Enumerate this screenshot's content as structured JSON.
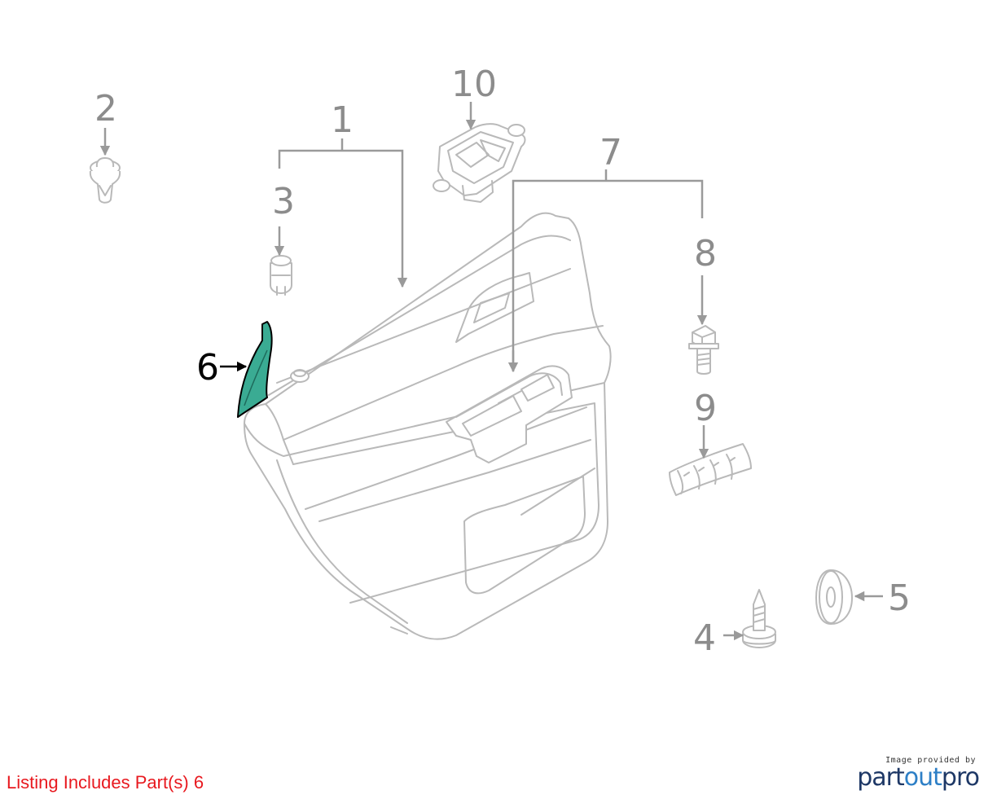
{
  "diagram": {
    "callouts": {
      "c1": "1",
      "c2": "2",
      "c3": "3",
      "c4": "4",
      "c5": "5",
      "c6": "6",
      "c7": "7",
      "c8": "8",
      "c9": "9",
      "c10": "10"
    },
    "highlighted_part": "6",
    "colors": {
      "highlight_fill": "#3aab93",
      "outline": "#b9b9b9",
      "callout_text": "#8c8c8c",
      "listing_text": "#e8191f"
    }
  },
  "listing": {
    "text": "Listing Includes Part(s) 6"
  },
  "provider": {
    "caption": "Image provided by",
    "logo_part1": "part",
    "logo_part2": "out",
    "logo_part3": "pro"
  }
}
